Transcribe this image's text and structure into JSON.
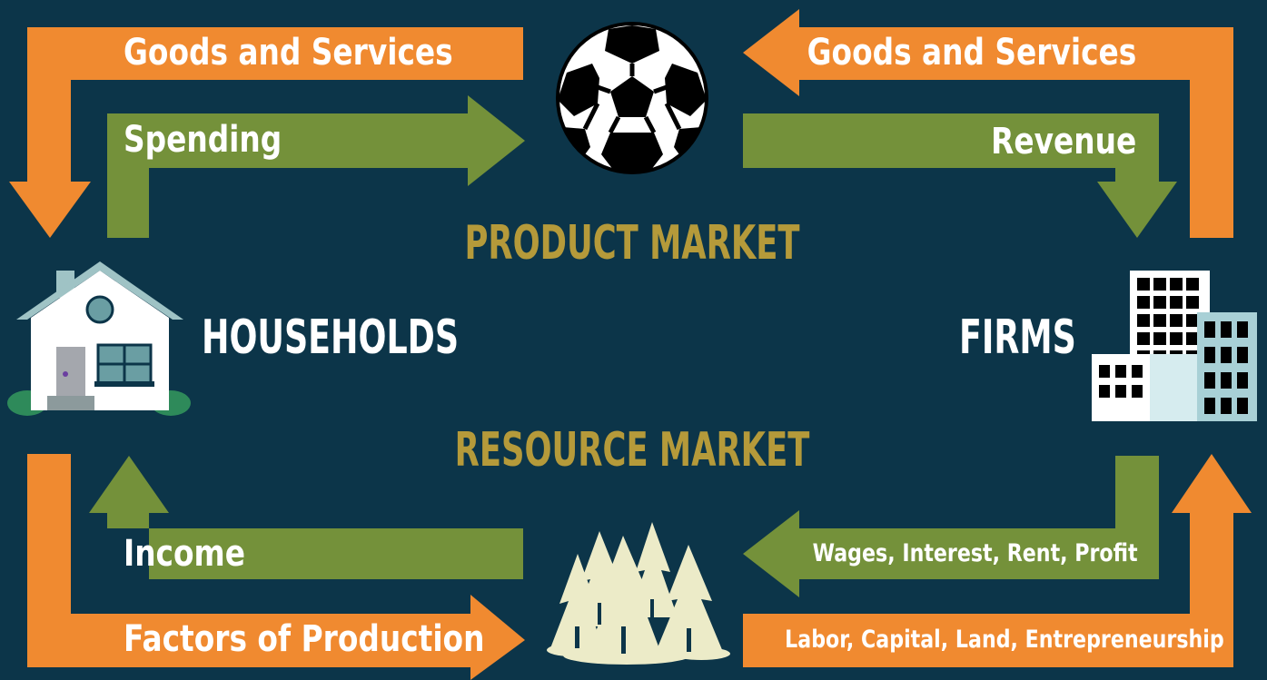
{
  "diagram": {
    "colors": {
      "background": "#0c3549",
      "goods_flow": "#f08a30",
      "money_flow": "#74913a",
      "market_label": "#b59a3a",
      "text": "#ffffff"
    },
    "product_market": {
      "label": "PRODUCT MARKET",
      "icon": "soccer-ball-icon"
    },
    "resource_market": {
      "label": "RESOURCE MARKET",
      "icon": "pine-trees-icon"
    },
    "households": {
      "label": "HOUSEHOLDS",
      "icon": "house-icon"
    },
    "firms": {
      "label": "FIRMS",
      "icon": "office-buildings-icon"
    },
    "flows": {
      "goods_to_households": "Goods and Services",
      "spending": "Spending",
      "goods_from_firms": "Goods and Services",
      "revenue": "Revenue",
      "income": "Income",
      "factors_of_production": "Factors of Production",
      "wages_interest_rent_profit": "Wages, Interest, Rent, Profit",
      "labor_capital_land_entrepreneurship": "Labor, Capital, Land, Entrepreneurship"
    }
  }
}
